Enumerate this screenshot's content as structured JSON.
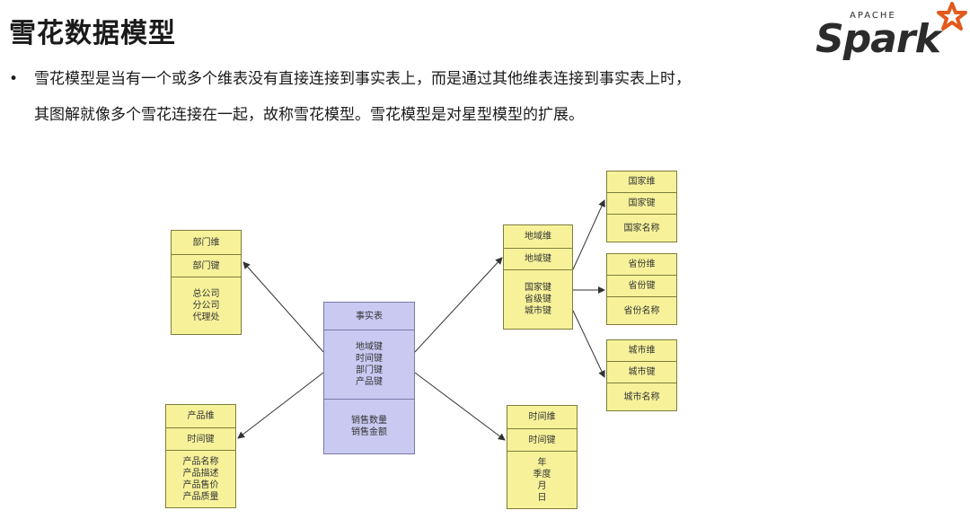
{
  "title": "雪花数据模型",
  "logo": {
    "apache": "APACHE",
    "spark": "Spark"
  },
  "bullet": {
    "line1": "雪花模型是当有一个或多个维表没有直接连接到事实表上，而是通过其他维表连接到事实表上时，",
    "line2": "其图解就像多个雪花连接在一起，故称雪花模型。雪花模型是对星型模型的扩展。"
  },
  "diagram": {
    "fact": {
      "title": "事实表",
      "keys": "地域键\n时间键\n部门键\n产品键",
      "measures": "销售数量\n销售金额"
    },
    "dept": {
      "dim_key": "部门维",
      "key": "部门键",
      "attrs": "总公司\n分公司\n代理处"
    },
    "product": {
      "dim_key": "产品维",
      "key": "时间键",
      "attrs": "产品名称\n产品描述\n产品售价\n产品质量"
    },
    "region": {
      "dim_key": "地域维",
      "key": "地域键",
      "attrs": "国家键\n省级键\n城市键"
    },
    "time": {
      "dim_key": "时间维",
      "key": "时间键",
      "attrs": "年\n季度\n月\n日"
    },
    "country": {
      "dim_key": "国家维",
      "key": "国家键",
      "attrs": "国家名称"
    },
    "province": {
      "dim_key": "省份维",
      "key": "省份键",
      "attrs": "省份名称"
    },
    "city": {
      "dim_key": "城市维",
      "key": "城市键",
      "attrs": "城市名称"
    }
  }
}
